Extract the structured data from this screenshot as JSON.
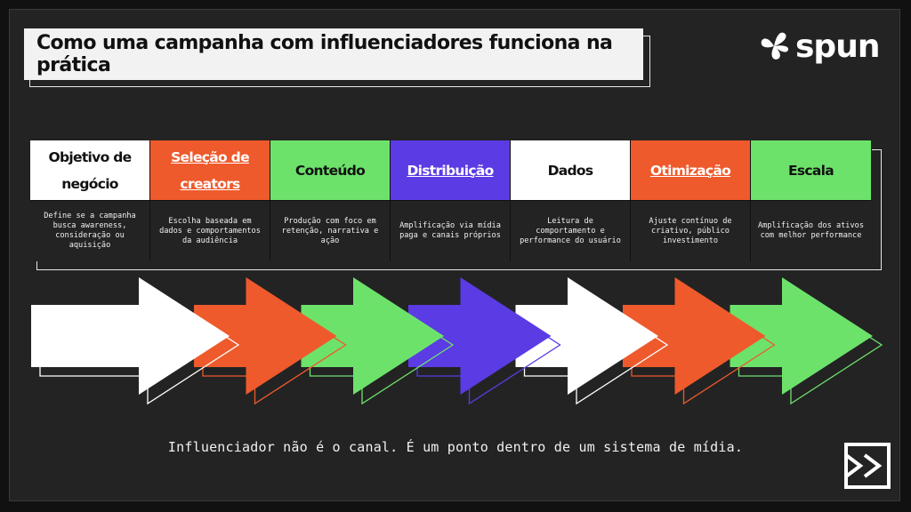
{
  "title": "Como uma campanha com influenciadores funciona na prática",
  "brand": {
    "name": "spun",
    "logo_icon": "leaf-cluster-icon"
  },
  "colors": {
    "white": "#ffffff",
    "orange": "#ee5a2c",
    "green": "#6de26b",
    "purple": "#5b3be4",
    "background": "#232323"
  },
  "steps": [
    {
      "title": "Objetivo de negócio",
      "description": "Define se a campanha busca awareness, consideração ou aquisição",
      "color": "white"
    },
    {
      "title": "Seleção de creators",
      "description": "Escolha baseada em dados e comportamentos da audiência",
      "color": "orange"
    },
    {
      "title": "Conteúdo",
      "description": "Produção com foco em retenção, narrativa e ação",
      "color": "green"
    },
    {
      "title": "Distribuição",
      "description": "Amplificação via mídia paga e canais próprios",
      "color": "purple"
    },
    {
      "title": "Dados",
      "description": "Leitura de comportamento e performance do usuário",
      "color": "white"
    },
    {
      "title": "Otimização",
      "description": "Ajuste contínuo de criativo, público investimento",
      "color": "orange"
    },
    {
      "title": "Escala",
      "description": "Amplificação dos ativos com melhor performance",
      "color": "green"
    }
  ],
  "tagline": "Influenciador não é o canal. É um ponto dentro de um sistema de mídia.",
  "corner_icon": "arrow-box-icon"
}
